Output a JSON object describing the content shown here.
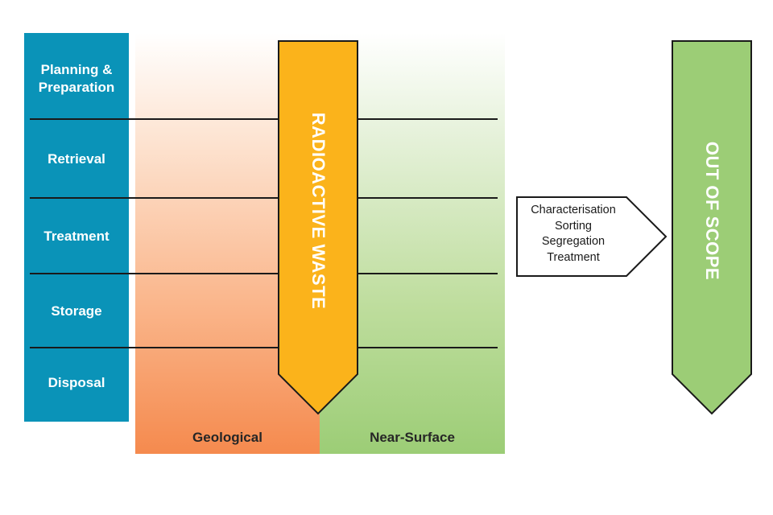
{
  "stages": [
    "Planning & Preparation",
    "Retrieval",
    "Treatment",
    "Storage",
    "Disposal"
  ],
  "bands": {
    "geological": "Geological",
    "near_surface": "Near-Surface"
  },
  "arrows": {
    "radioactive_waste": "RADIOACTIVE WASTE",
    "out_of_scope": "OUT OF SCOPE"
  },
  "process_steps": [
    "Characterisation",
    "Sorting",
    "Segregation",
    "Treatment"
  ],
  "colors": {
    "stage_blue": "#0a93b8",
    "geological_orange": "#f58a4e",
    "near_surface_green": "#9ccd76",
    "waste_arrow": "#fbb31b",
    "out_of_scope_arrow": "#9ccd76"
  }
}
